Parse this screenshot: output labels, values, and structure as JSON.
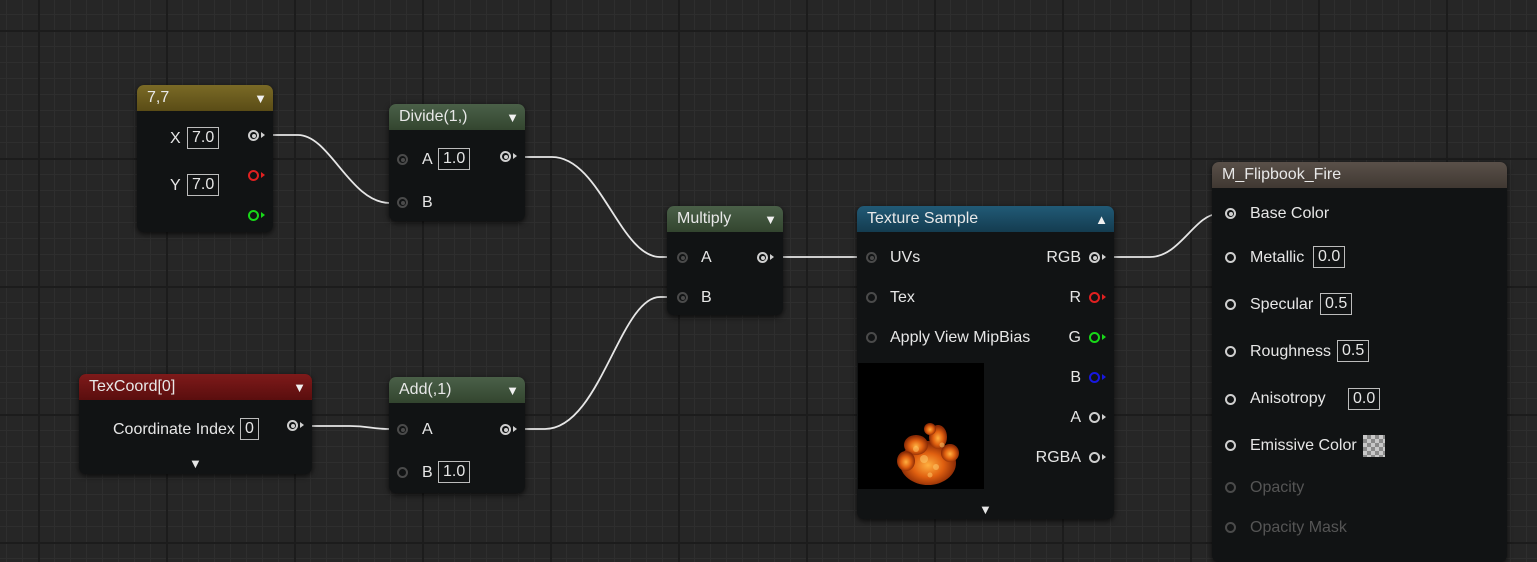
{
  "nodes": {
    "constant2": {
      "title": "7,7",
      "x_label": "X",
      "x_value": "7.0",
      "y_label": "Y",
      "y_value": "7.0"
    },
    "divide": {
      "title": "Divide(1,)",
      "a_label": "A",
      "a_value": "1.0",
      "b_label": "B"
    },
    "texcoord": {
      "title": "TexCoord[0]",
      "index_label": "Coordinate Index",
      "index_value": "0"
    },
    "add": {
      "title": "Add(,1)",
      "a_label": "A",
      "b_label": "B",
      "b_value": "1.0"
    },
    "multiply": {
      "title": "Multiply",
      "a_label": "A",
      "b_label": "B"
    },
    "texture_sample": {
      "title": "Texture Sample",
      "inputs": [
        "UVs",
        "Tex",
        "Apply View MipBias"
      ],
      "outputs": [
        "RGB",
        "R",
        "G",
        "B",
        "A",
        "RGBA"
      ]
    },
    "material": {
      "title": "M_Flipbook_Fire",
      "base_color": "Base Color",
      "metallic": "Metallic",
      "metallic_value": "0.0",
      "specular": "Specular",
      "specular_value": "0.5",
      "roughness": "Roughness",
      "roughness_value": "0.5",
      "anisotropy": "Anisotropy",
      "anisotropy_value": "0.0",
      "emissive": "Emissive Color",
      "opacity": "Opacity",
      "opacity_mask": "Opacity Mask"
    }
  },
  "icons": {
    "collapse": "chevron-down-icon",
    "expand": "chevron-up-icon"
  },
  "colors": {
    "constant_header": "#6b5b1e",
    "divide_header": "#3e5240",
    "texcoord_header": "#6e1414",
    "texture_header": "#1c4e66",
    "material_header": "#4f4740",
    "wire": "#e0e0e0"
  }
}
